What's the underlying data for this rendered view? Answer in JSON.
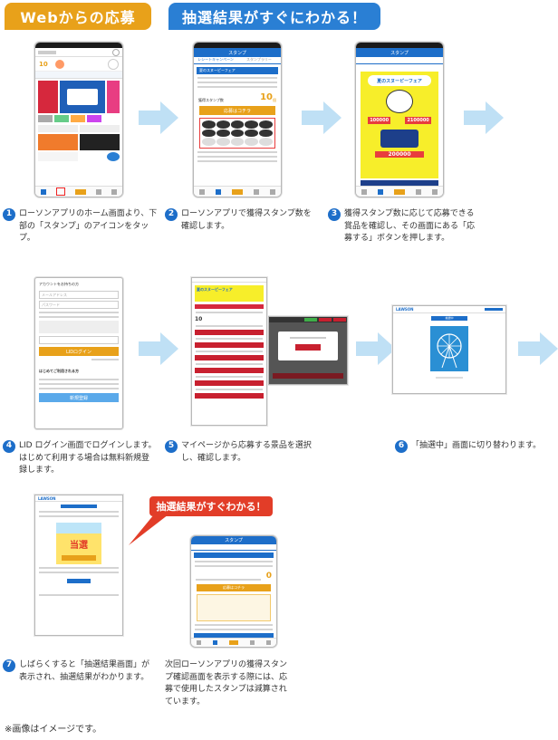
{
  "header": {
    "web_label": "Webからの応募",
    "result_label": "抽選結果がすぐにわかる！"
  },
  "steps": [
    {
      "num": "1",
      "text": "ローソンアプリのホーム画面より、下部の「スタンプ」のアイコンをタップ。"
    },
    {
      "num": "2",
      "text": "ローソンアプリで獲得スタンプ数を確認します。"
    },
    {
      "num": "3",
      "text": "獲得スタンプ数に応じて応募できる賞品を確認し、その画面にある「応募する」ボタンを押します。"
    },
    {
      "num": "4",
      "text": "LID ログイン画面でログインします。はじめて利用する場合は無料新規登録します。"
    },
    {
      "num": "5",
      "text": "マイページから応募する景品を選択し、確認します。"
    },
    {
      "num": "6",
      "text": "「抽選中」画面に切り替わります。"
    },
    {
      "num": "7",
      "text": "しばらくすると「抽選結果画面」が表示され、抽選結果がわかります。"
    },
    {
      "num": "",
      "text": "次回ローソンアプリの獲得スタンプ確認画面を表示する際には、応募で使用したスタンプは減算されています。"
    }
  ],
  "callout": "抽選結果がすぐわかる！",
  "note": "※画像はイメージです。",
  "screens": {
    "s2": {
      "title": "スタンプ",
      "tab1": "レシートキャンペーン",
      "tab2": "スタンプラリー",
      "campaign": "夏のスヌーピーフェア",
      "count_label": "獲得スタンプ数",
      "count": "10",
      "count_unit": "個",
      "apply_button": "応募はコチラ"
    },
    "s3": {
      "title": "スタンプ",
      "fair": "夏のスヌーピーフェア",
      "prize1": "100000",
      "prize2": "2100000",
      "prize3": "200000"
    },
    "s4": {
      "heading": "アカウントをお持ちの方",
      "mail_placeholder": "メールアドレス",
      "pass_placeholder": "パスワード",
      "login_button": "LIDログイン",
      "new_heading": "はじめてご利用される方",
      "register_button": "新規登録"
    },
    "s5": {
      "fair": "夏のスヌーピーフェア",
      "count": "10"
    },
    "s6": {
      "brand": "LAWSON",
      "status": "抽選中"
    },
    "s7": {
      "brand": "LAWSON",
      "result": "当選"
    },
    "s8": {
      "title": "スタンプ",
      "count": "0",
      "apply_button": "応募はコチラ"
    }
  },
  "colors": {
    "orange": "#e8a11a",
    "blue": "#2a7fd4",
    "arrow": "#bfe0f5",
    "red": "#e23d28"
  }
}
